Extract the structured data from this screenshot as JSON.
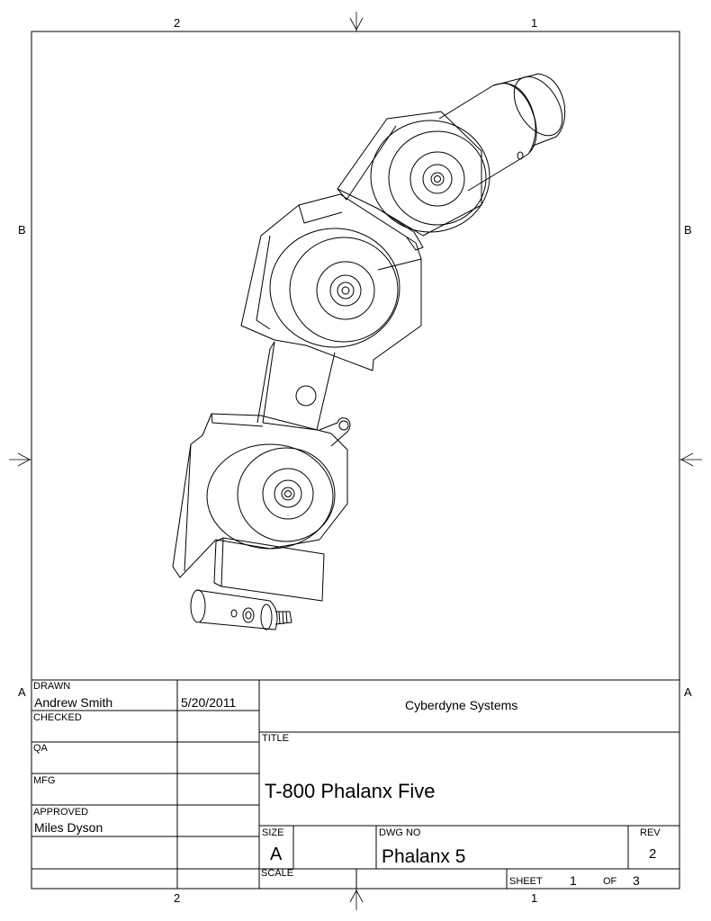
{
  "zones": {
    "top": [
      "2",
      "1"
    ],
    "bottom": [
      "2",
      "1"
    ],
    "left": [
      "B",
      "A"
    ],
    "right": [
      "B",
      "A"
    ]
  },
  "title_block": {
    "drawn_label": "DRAWN",
    "drawn_name": "Andrew Smith",
    "drawn_date": "5/20/2011",
    "checked_label": "CHECKED",
    "qa_label": "QA",
    "mfg_label": "MFG",
    "approved_label": "APPROVED",
    "approved_name": "Miles Dyson",
    "company": "Cyberdyne Systems",
    "title_label": "TITLE",
    "title": "T-800 Phalanx Five",
    "size_label": "SIZE",
    "size": "A",
    "dwg_no_label": "DWG NO",
    "dwg_no": "Phalanx 5",
    "rev_label": "REV",
    "rev": "2",
    "scale_label": "SCALE",
    "sheet_label": "SHEET",
    "sheet": "1",
    "of_label": "OF",
    "sheet_total": "3"
  },
  "colors": {
    "line": "#000000",
    "background": "#ffffff"
  }
}
